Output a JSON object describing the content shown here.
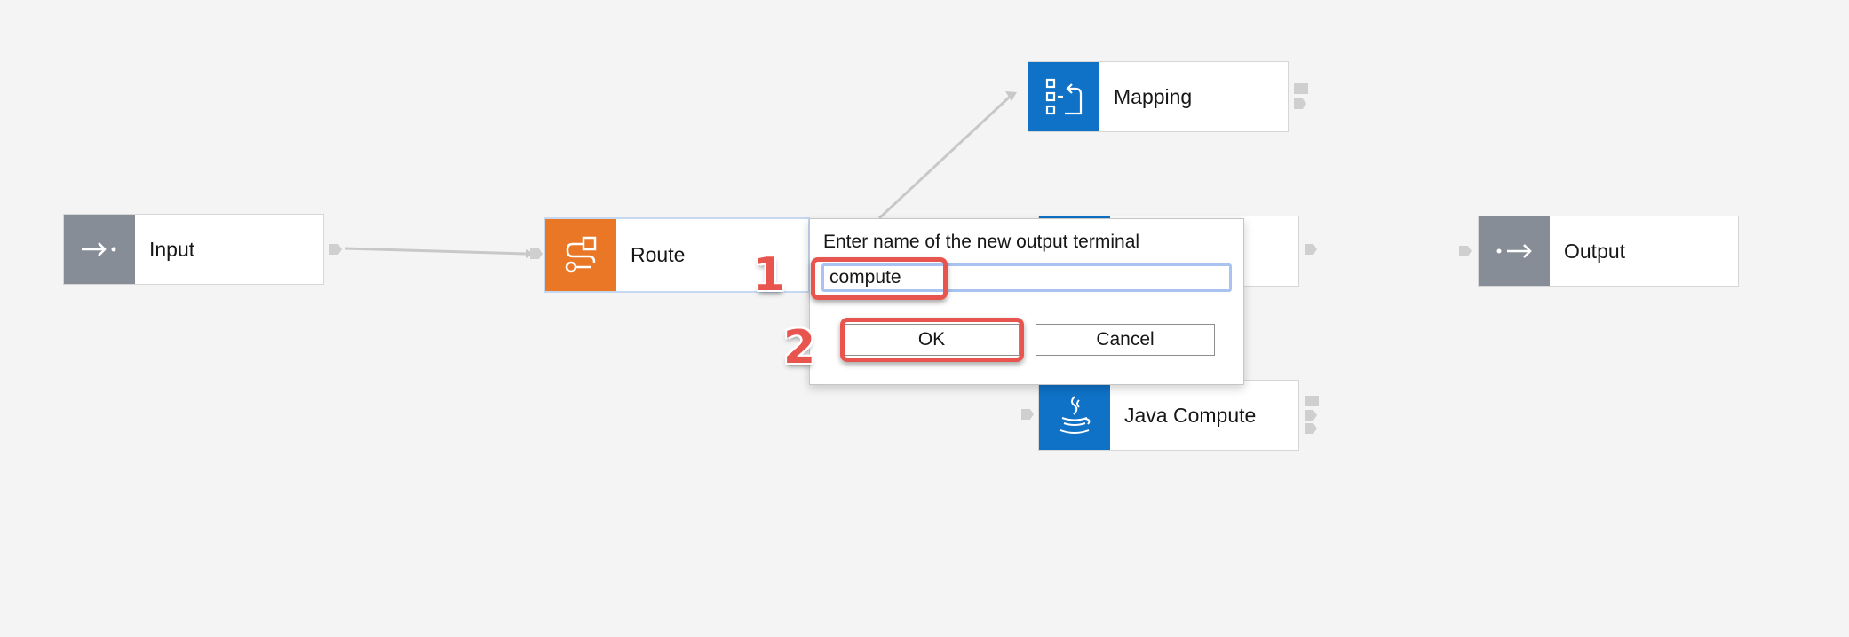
{
  "nodes": {
    "input": {
      "label": "Input",
      "color": "#878d96"
    },
    "route": {
      "label": "Route",
      "color": "#e97726"
    },
    "mapping": {
      "label": "Mapping",
      "color": "#0f72c7"
    },
    "compute_hidden": {
      "color": "#0f72c7"
    },
    "java_compute": {
      "label": "Java Compute",
      "color": "#0f72c7"
    },
    "output": {
      "label": "Output",
      "color": "#878d96"
    }
  },
  "dialog": {
    "prompt": "Enter name of the new output terminal",
    "input_value": "compute",
    "ok_label": "OK",
    "cancel_label": "Cancel"
  },
  "callouts": {
    "step1": "1",
    "step2": "2",
    "color": "#e8554e"
  }
}
